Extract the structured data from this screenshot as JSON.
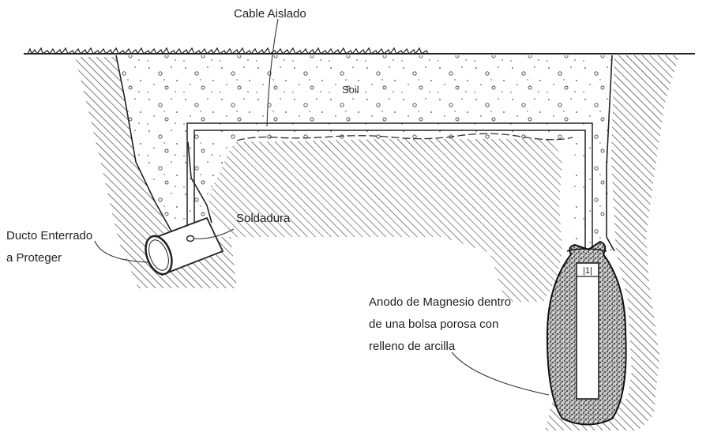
{
  "labels": {
    "cable": "Cable Aislado",
    "soil": "Soil",
    "weld": "Soldadura",
    "pipe_line1": "Ducto Enterrado",
    "pipe_line2": "a Proteger",
    "anode_line1": "Anodo de Magnesio dentro",
    "anode_line2": "de una bolsa porosa con",
    "anode_line3": "relleno de arcilla",
    "anode_mark": "|1|"
  }
}
